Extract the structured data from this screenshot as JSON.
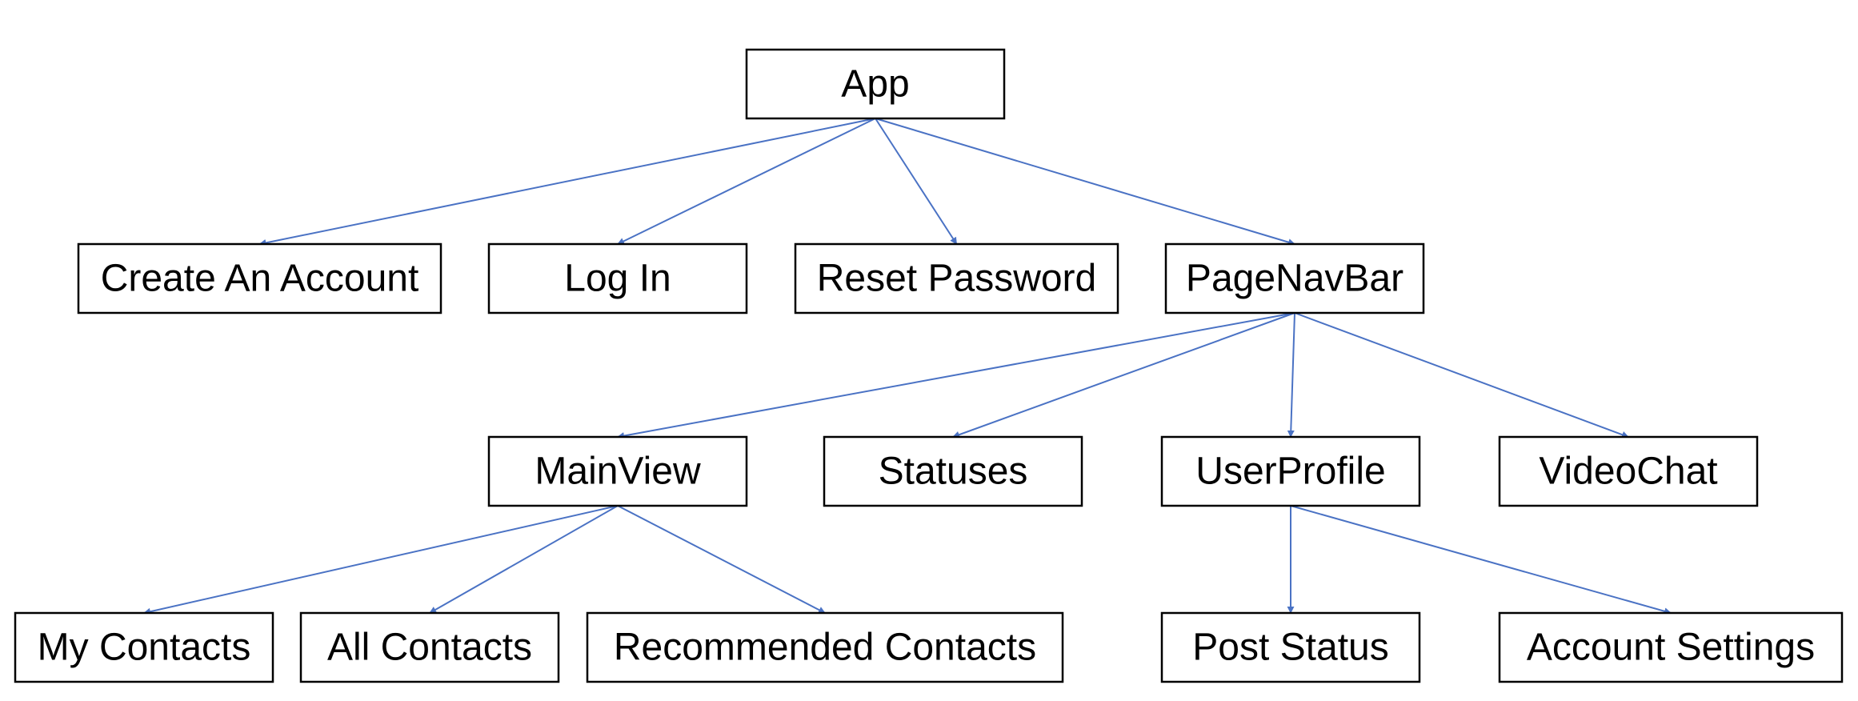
{
  "diagram": {
    "edge_color": "#4a72c4",
    "nodes": [
      {
        "id": "app",
        "label": "App"
      },
      {
        "id": "create-account",
        "label": "Create An Account"
      },
      {
        "id": "log-in",
        "label": "Log In"
      },
      {
        "id": "reset-password",
        "label": "Reset Password"
      },
      {
        "id": "page-nav-bar",
        "label": "PageNavBar"
      },
      {
        "id": "main-view",
        "label": "MainView"
      },
      {
        "id": "statuses",
        "label": "Statuses"
      },
      {
        "id": "user-profile",
        "label": "UserProfile"
      },
      {
        "id": "video-chat",
        "label": "VideoChat"
      },
      {
        "id": "my-contacts",
        "label": "My Contacts"
      },
      {
        "id": "all-contacts",
        "label": "All Contacts"
      },
      {
        "id": "recommended-contacts",
        "label": "Recommended Contacts"
      },
      {
        "id": "post-status",
        "label": "Post Status"
      },
      {
        "id": "account-settings",
        "label": "Account Settings"
      }
    ],
    "edges": [
      {
        "from": "app",
        "to": "create-account"
      },
      {
        "from": "app",
        "to": "log-in"
      },
      {
        "from": "app",
        "to": "reset-password"
      },
      {
        "from": "app",
        "to": "page-nav-bar"
      },
      {
        "from": "page-nav-bar",
        "to": "main-view"
      },
      {
        "from": "page-nav-bar",
        "to": "statuses"
      },
      {
        "from": "page-nav-bar",
        "to": "user-profile"
      },
      {
        "from": "page-nav-bar",
        "to": "video-chat"
      },
      {
        "from": "main-view",
        "to": "my-contacts"
      },
      {
        "from": "main-view",
        "to": "all-contacts"
      },
      {
        "from": "main-view",
        "to": "recommended-contacts"
      },
      {
        "from": "user-profile",
        "to": "post-status"
      },
      {
        "from": "user-profile",
        "to": "account-settings"
      }
    ]
  }
}
